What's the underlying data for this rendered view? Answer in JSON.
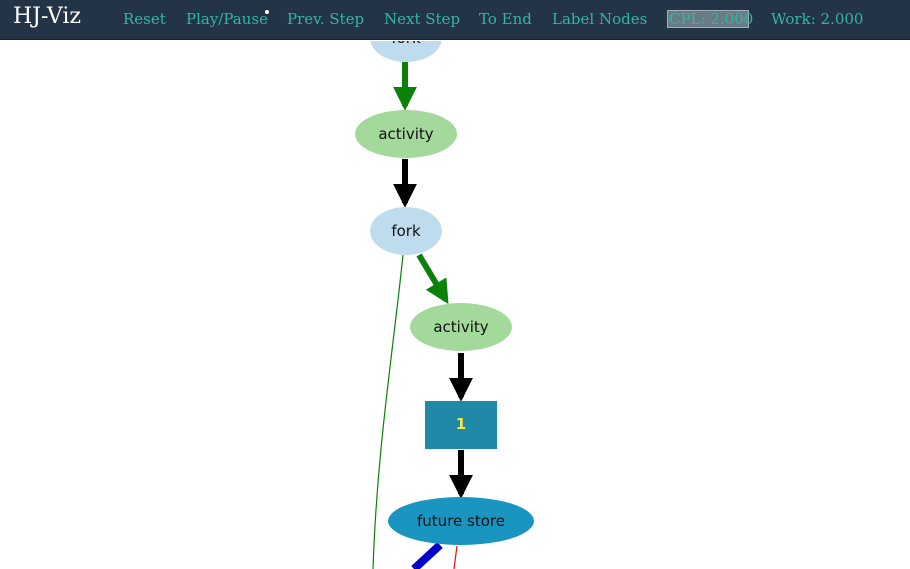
{
  "app": {
    "title": "HJ-Viz"
  },
  "toolbar": {
    "reset": "Reset",
    "play_pause": "Play/Pause",
    "prev_step": "Prev. Step",
    "next_step": "Next Step",
    "to_end": "To End",
    "label_nodes": "Label Nodes",
    "cpl": "CPL: 2.000",
    "work": "Work: 2.000"
  },
  "graph": {
    "nodes": [
      {
        "id": "n0",
        "label": "fork",
        "shape": "ellipse",
        "color": "#bfdcef"
      },
      {
        "id": "n1",
        "label": "activity",
        "shape": "ellipse",
        "color": "#a3d99a"
      },
      {
        "id": "n2",
        "label": "fork",
        "shape": "ellipse",
        "color": "#bfdcef"
      },
      {
        "id": "n3",
        "label": "activity",
        "shape": "ellipse",
        "color": "#a3d99a"
      },
      {
        "id": "n4",
        "label": "1",
        "shape": "rect",
        "color": "#2189a8"
      },
      {
        "id": "n5",
        "label": "future store",
        "shape": "ellipse",
        "color": "#1a95c0"
      }
    ],
    "edges": [
      {
        "from": "n0",
        "to": "n1",
        "color": "#0a820a",
        "kind": "spawn"
      },
      {
        "from": "n1",
        "to": "n2",
        "color": "#000000",
        "kind": "continue"
      },
      {
        "from": "n2",
        "to": "n3",
        "color": "#0a820a",
        "kind": "spawn"
      },
      {
        "from": "n3",
        "to": "n4",
        "color": "#000000",
        "kind": "continue"
      },
      {
        "from": "n4",
        "to": "n5",
        "color": "#000000",
        "kind": "continue"
      },
      {
        "from": "n2",
        "to": "offscreen",
        "color": "#0a820a",
        "kind": "thin"
      },
      {
        "from": "n5",
        "to": "offscreen",
        "color": "#0000c8",
        "kind": "thick"
      },
      {
        "from": "n5",
        "to": "offscreen",
        "color": "#e01010",
        "kind": "thin"
      }
    ]
  }
}
